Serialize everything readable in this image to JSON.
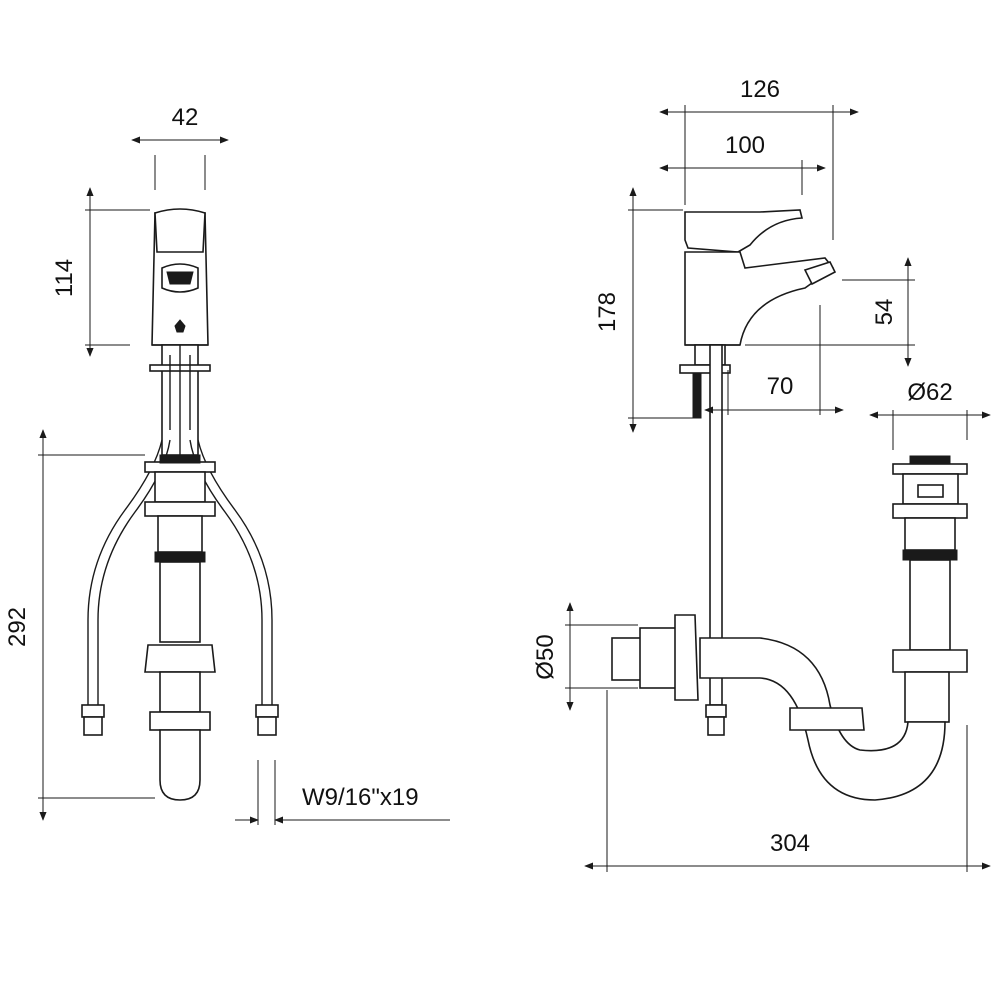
{
  "dimensions": {
    "front_width": "42",
    "front_height": "114",
    "front_total_height": "292",
    "connection_thread": "W9/16\"x19",
    "side_reach": "126",
    "side_spout_reach": "100",
    "side_height": "178",
    "spout_height": "54",
    "spout_to_center": "70",
    "waste_diameter": "Ø62",
    "siphon_diameter": "Ø50",
    "total_depth": "304"
  }
}
